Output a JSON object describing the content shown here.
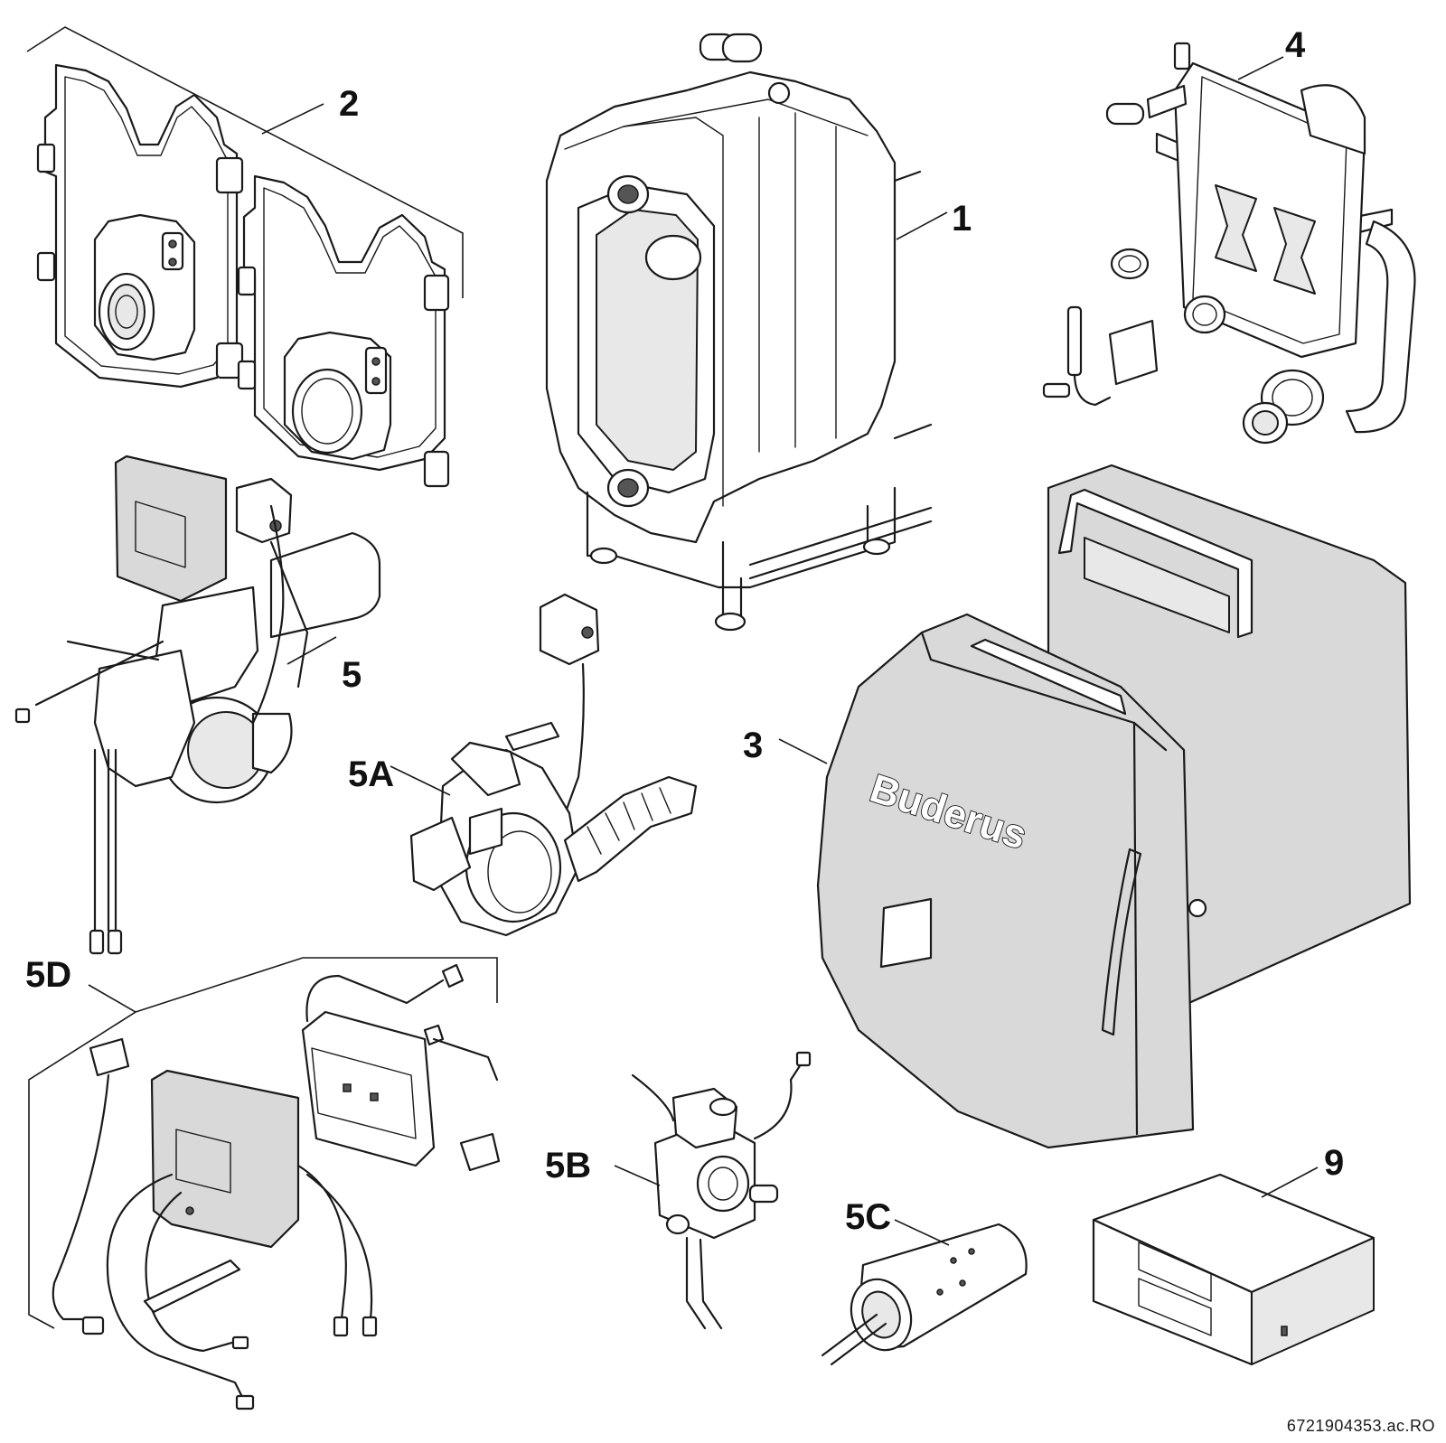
{
  "callouts": {
    "c1": "1",
    "c2": "2",
    "c3": "3",
    "c4": "4",
    "c5": "5",
    "c5a": "5A",
    "c5b": "5B",
    "c5c": "5C",
    "c5d": "5D",
    "c9": "9"
  },
  "brand_text": "Buderus",
  "doc_ref": "6721904353.ac.RO",
  "parts": {
    "p1": "boiler-block",
    "p2": "side-panels",
    "p3": "casing-hood",
    "p4": "hydraulic-module",
    "p5": "burner-assembly",
    "p5a": "fan-blower",
    "p5b": "gas-valve",
    "p5c": "burner-tube",
    "p5d": "control-unit-wiring",
    "p9": "controller-box"
  }
}
